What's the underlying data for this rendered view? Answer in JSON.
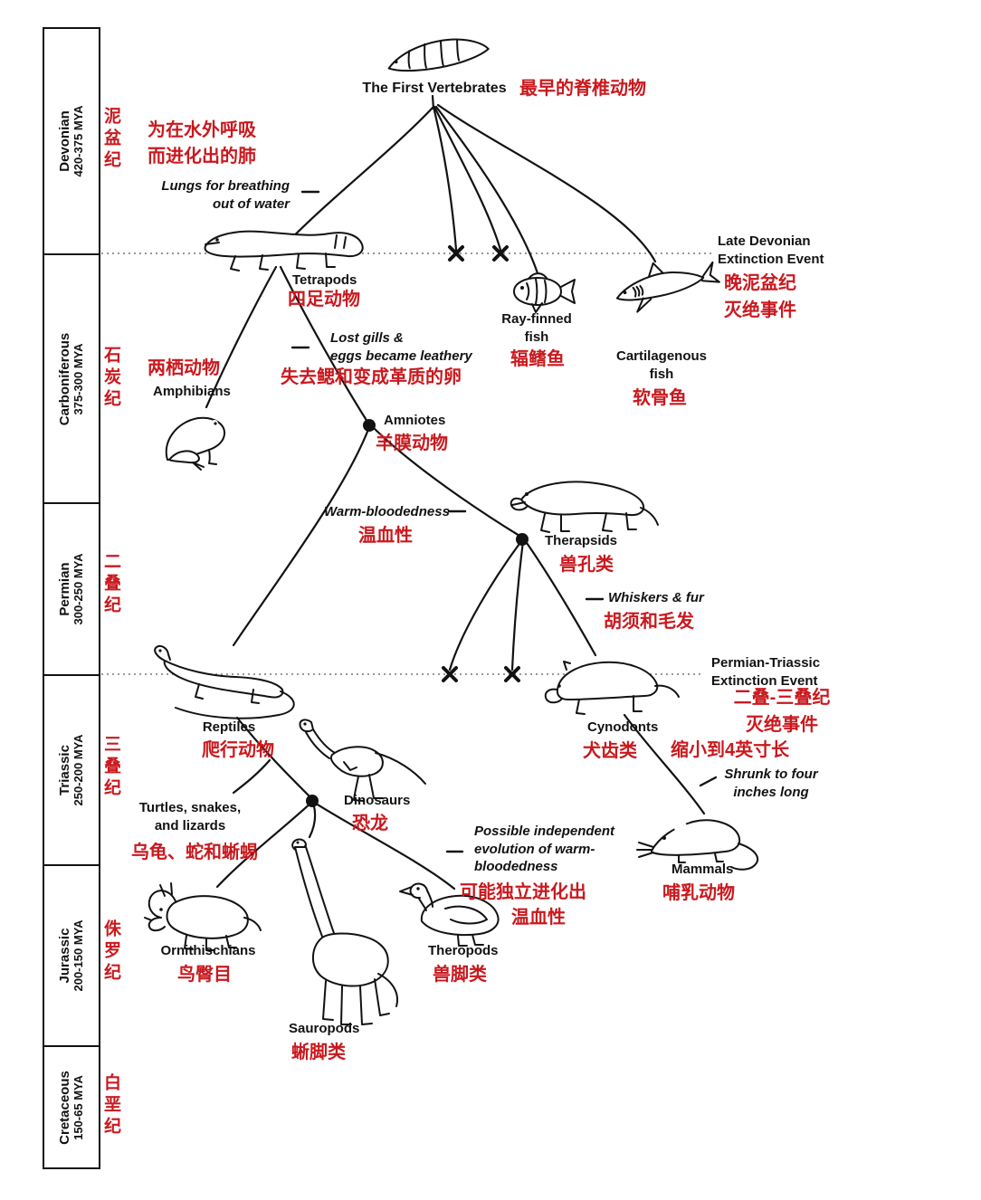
{
  "meta": {
    "accent_red": "#c9191e",
    "ink": "#121212",
    "extinction_line_color": "#777777",
    "background": "#ffffff"
  },
  "timeline": [
    {
      "name": "Devonian",
      "mya": "420-375 MYA",
      "zh": "泥盆纪"
    },
    {
      "name": "Carboniferous",
      "mya": "375-300 MYA",
      "zh": "石炭纪"
    },
    {
      "name": "Permian",
      "mya": "300-250 MYA",
      "zh": "二叠纪"
    },
    {
      "name": "Triassic",
      "mya": "250-200 MYA",
      "zh": "三叠纪"
    },
    {
      "name": "Jurassic",
      "mya": "200-150 MYA",
      "zh": "侏罗纪"
    },
    {
      "name": "Cretaceous",
      "mya": "150-65 MYA",
      "zh": "白垩纪"
    }
  ],
  "taxa": {
    "first_vertebrates": {
      "en": "The First Vertebrates",
      "zh": "最早的脊椎动物"
    },
    "tetrapods": {
      "en": "Tetrapods",
      "zh": "四足动物"
    },
    "ray_finned_fish": {
      "en1": "Ray-finned",
      "en2": "fish",
      "zh": "辐鳍鱼"
    },
    "cartilagenous_fish": {
      "en1": "Cartilagenous",
      "en2": "fish",
      "zh": "软骨鱼"
    },
    "amphibians": {
      "en": "Amphibians",
      "zh": "两栖动物"
    },
    "amniotes": {
      "en": "Amniotes",
      "zh": "羊膜动物"
    },
    "therapsids": {
      "en": "Therapsids",
      "zh": "兽孔类"
    },
    "reptiles": {
      "en": "Reptiles",
      "zh": "爬行动物"
    },
    "cynodonts": {
      "en": "Cynodonts",
      "zh": "犬齿类"
    },
    "turtles_snakes_lizards": {
      "en1": "Turtles, snakes,",
      "en2": "and lizards",
      "zh": "乌龟、蛇和蜥蜴"
    },
    "dinosaurs": {
      "en": "Dinosaurs",
      "zh": "恐龙"
    },
    "mammals": {
      "en": "Mammals",
      "zh": "哺乳动物"
    },
    "ornithischians": {
      "en": "Ornithischians",
      "zh": "鸟臀目"
    },
    "sauropods": {
      "en": "Sauropods",
      "zh": "蜥脚类"
    },
    "theropods": {
      "en": "Theropods",
      "zh": "兽脚类"
    }
  },
  "annotations": {
    "lungs": {
      "zh1": "为在水外呼吸",
      "zh2": "而进化出的肺",
      "en1": "Lungs for breathing",
      "en2": "out of water"
    },
    "lost_gills": {
      "en1": "Lost gills &",
      "en2": "eggs became leathery",
      "zh": "失去鳃和变成革质的卵"
    },
    "warm_bloodedness": {
      "en": "Warm-bloodedness",
      "zh": "温血性"
    },
    "whiskers_fur": {
      "en": "Whiskers & fur",
      "zh": "胡须和毛发"
    },
    "shrunk": {
      "zh": "缩小到4英寸长",
      "en1": "Shrunk to four",
      "en2": "inches long"
    },
    "independent_warm": {
      "en1": "Possible independent",
      "en2": "evolution of warm-",
      "en3": "bloodedness",
      "zh1": "可能独立进化出",
      "zh2": "温血性"
    }
  },
  "events": {
    "late_devonian": {
      "en1": "Late Devonian",
      "en2": "Extinction Event",
      "zh1": "晚泥盆纪",
      "zh2": "灭绝事件"
    },
    "permian_triassic": {
      "en1": "Permian-Triassic",
      "en2": "Extinction Event",
      "zh1": "二叠-三叠纪",
      "zh2": "灭绝事件"
    }
  }
}
